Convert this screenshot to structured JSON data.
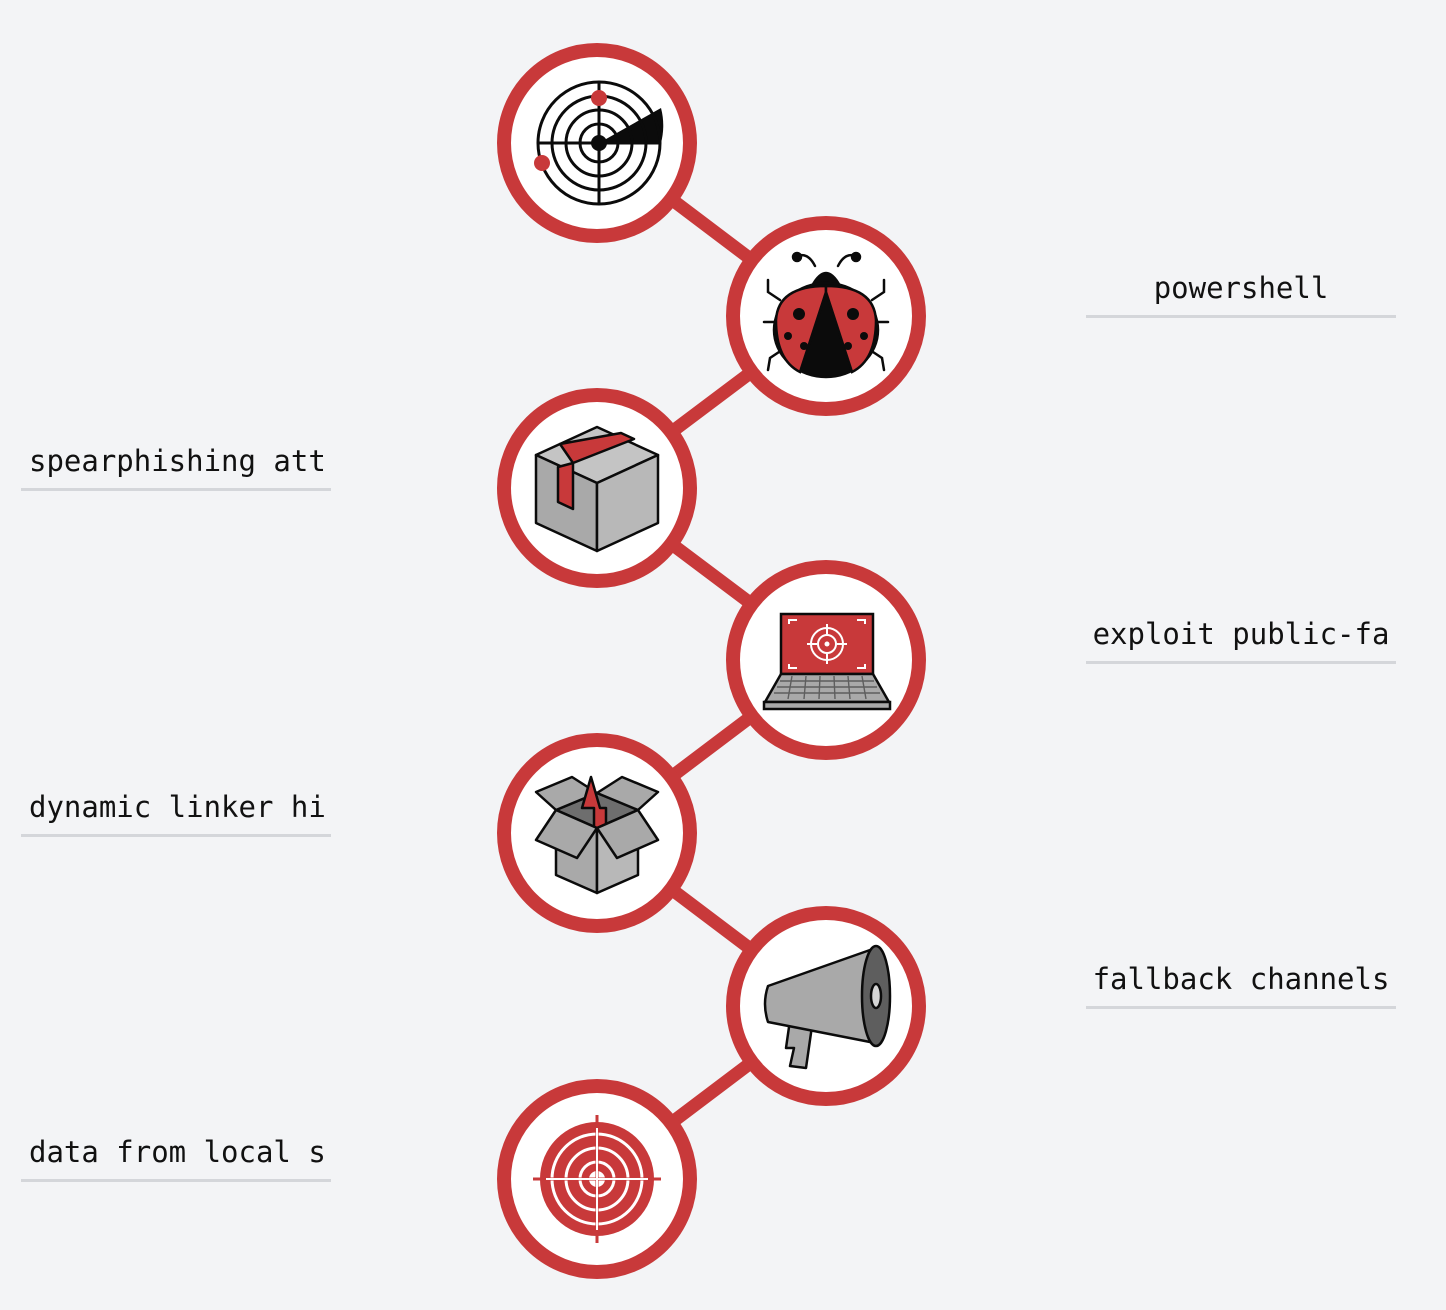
{
  "colors": {
    "background": "#f3f4f6",
    "accent": "#c8393a",
    "connector": "#c8393a",
    "node_fill": "#ffffff",
    "icon_gray": "#a9a9a9",
    "icon_dark": "#0b0b0b",
    "underline": "#d4d6da"
  },
  "steps": [
    {
      "icon": "radar-icon",
      "label": ""
    },
    {
      "icon": "ladybug-icon",
      "label": "powershell"
    },
    {
      "icon": "package-box-icon",
      "label": "spearphishing att"
    },
    {
      "icon": "laptop-target-icon",
      "label": "exploit public-fa"
    },
    {
      "icon": "open-box-upload-icon",
      "label": "dynamic linker hi"
    },
    {
      "icon": "megaphone-icon",
      "label": "fallback channels"
    },
    {
      "icon": "target-bullseye-icon",
      "label": "data from local s"
    }
  ]
}
